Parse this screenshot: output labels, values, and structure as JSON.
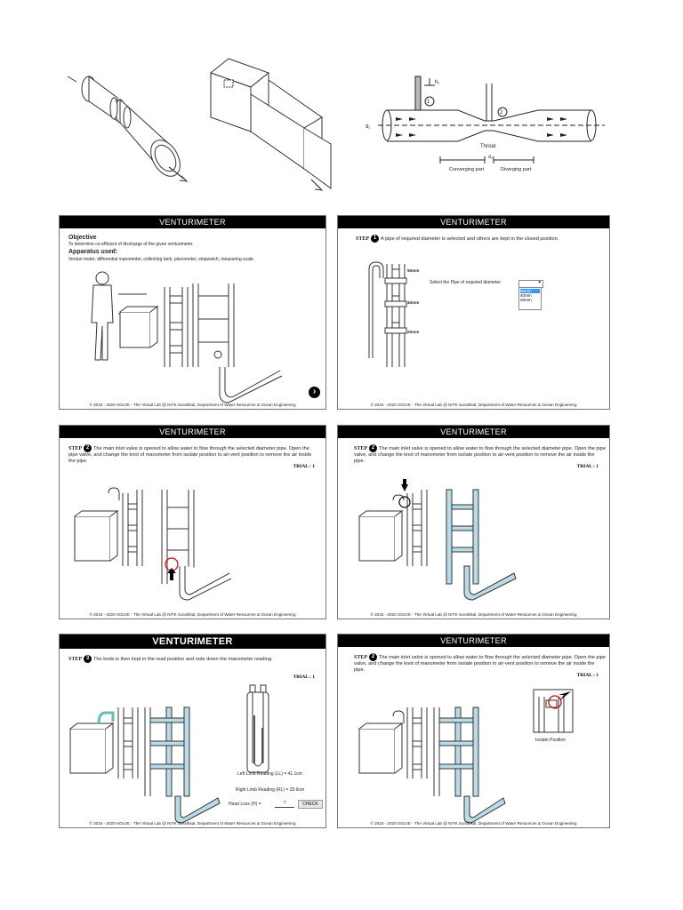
{
  "figure": {
    "labels": {
      "h1": "h₁",
      "n1": "1",
      "n2": "2",
      "d1": "d₁",
      "throat": "Throat",
      "d2": "d₂",
      "converging": "Converging\npart",
      "diverging": "Diverging\npart"
    }
  },
  "footer": "© 2016 - 2020 SOLVE - The Virtual Lab @ NITK Surathkal, Department of Water Resources & Ocean Engineering",
  "panels": {
    "p1": {
      "title": "VENTURIMETER",
      "objective_heading": "Objective",
      "objective_text": "To determine co-efficient of discharge of the given venturimeter.",
      "apparatus_heading": "Apparatus used:",
      "apparatus_text": "Venturi meter, differential manometer, collecting tank, piezometer, stopwatch, measuring scale.",
      "next": "›"
    },
    "p2": {
      "title": "VENTURIMETER",
      "step_word": "STEP",
      "step_num": "1",
      "step_text": "A pipe of required diameter is selected and others are kept in the closed position.",
      "select_label": "Select the Pipe of required diameter:",
      "select_value": "",
      "options": [
        "50mm",
        "40mm",
        "20mm"
      ],
      "pipe_labels": [
        "50mm",
        "40mm",
        "20mm"
      ]
    },
    "p3": {
      "title": "VENTURIMETER",
      "step_word": "STEP",
      "step_num": "2",
      "step_text": "The main inlet valve is opened to allow water to flow through the selected diameter pipe. Open the pipe valve, and change the knot of manometer from isolate position to air-vent position to remove the air inside the pipe.",
      "trial": "TRIAL : 1"
    },
    "p4": {
      "title": "VENTURIMETER",
      "step_word": "STEP",
      "step_num": "2",
      "step_text": "The main inlet valve is opened to allow water to flow through the selected diameter pipe. Open the pipe valve, and change the knot of manometer from isolate position to air-vent position to remove the air inside the pipe.",
      "trial": "TRIAL : 1"
    },
    "p5": {
      "title": "VENTURIMETER",
      "step_word": "STEP",
      "step_num": "3",
      "step_text": "The knob is then kept in the read position and note down the manometer reading.",
      "trial": "TRIAL : 1",
      "left_reading": "Left Limb Reading (LL) = 41.1cm",
      "right_reading": "Right Limb Reading (RL) = 25.9cm",
      "head_loss_label": "Head Loss (H) =",
      "head_loss_value": "?",
      "check": "CHECK"
    },
    "p6": {
      "title": "VENTURIMETER",
      "step_word": "STEP",
      "step_num": "2",
      "step_text": "The main inlet valve is opened to allow water to flow through the selected diameter pipe. Open the pipe valve, and change the knot of manometer from isolate position to air-vent position to remove the air inside the pipe.",
      "trial": "TRIAL : 1",
      "caption": "Isolate Position"
    }
  }
}
